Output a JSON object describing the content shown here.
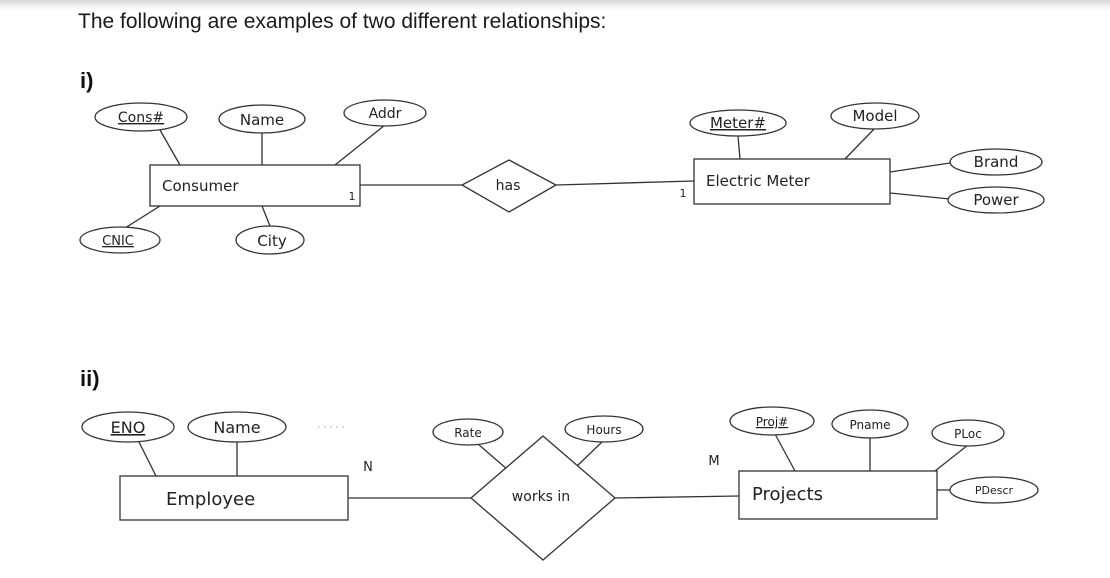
{
  "heading": "The following are examples of two different relationships:",
  "diagram1": {
    "label": "i)",
    "entity_left": "Consumer",
    "entity_right": "Electric Meter",
    "relationship": "has",
    "card_left": "1",
    "card_right": "1",
    "attrs_left": [
      "Cons#",
      "Name",
      "Addr",
      "CNIC",
      "City"
    ],
    "attrs_right": [
      "Meter#",
      "Model",
      "Brand",
      "Power"
    ]
  },
  "diagram2": {
    "label": "ii)",
    "entity_left": "Employee",
    "entity_right": "Projects",
    "relationship": "works in",
    "card_left": "N",
    "card_right": "M",
    "attrs_left": [
      "ENO",
      "Name"
    ],
    "attrs_rel": [
      "Rate",
      "Hours"
    ],
    "attrs_right": [
      "Proj#",
      "Pname",
      "PLoc",
      "PDescr"
    ]
  }
}
